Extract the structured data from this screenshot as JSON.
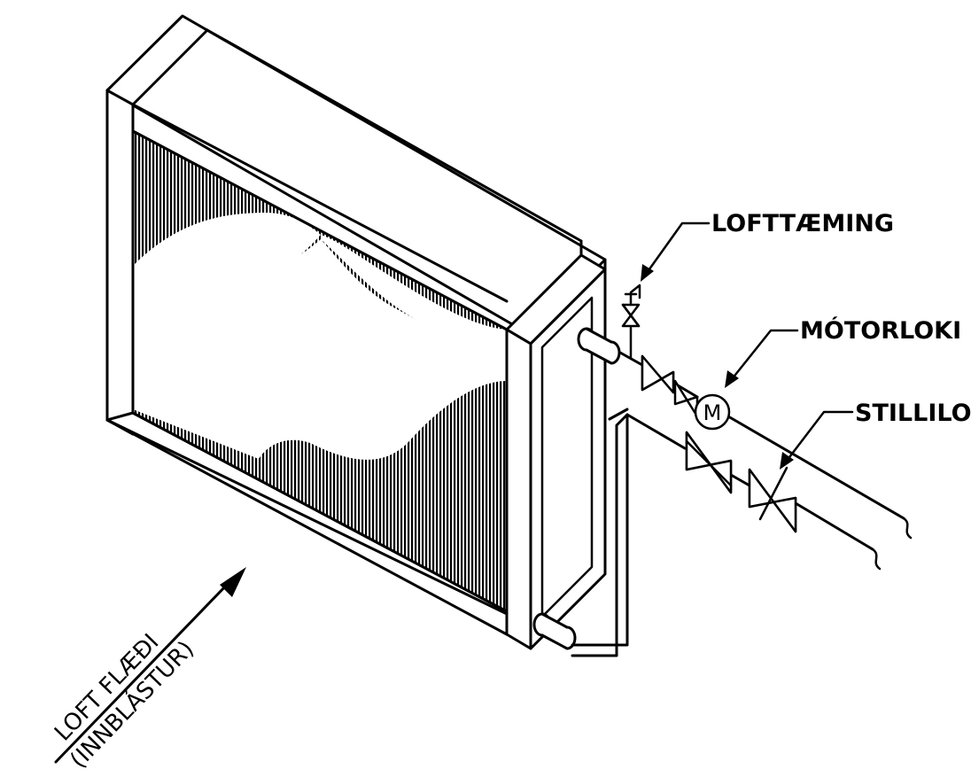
{
  "labels": {
    "air_vent": "LOFTTÆMING",
    "motor_valve": "MÓTORLOKI",
    "balancing_valve": "STILLILOKI",
    "flow_line1": "LOFT FLÆÐI",
    "flow_line2": "(INNBLÁSTUR)"
  },
  "symbols": {
    "motor_letter": "M"
  },
  "colors": {
    "line": "#000000",
    "background": "#ffffff"
  }
}
